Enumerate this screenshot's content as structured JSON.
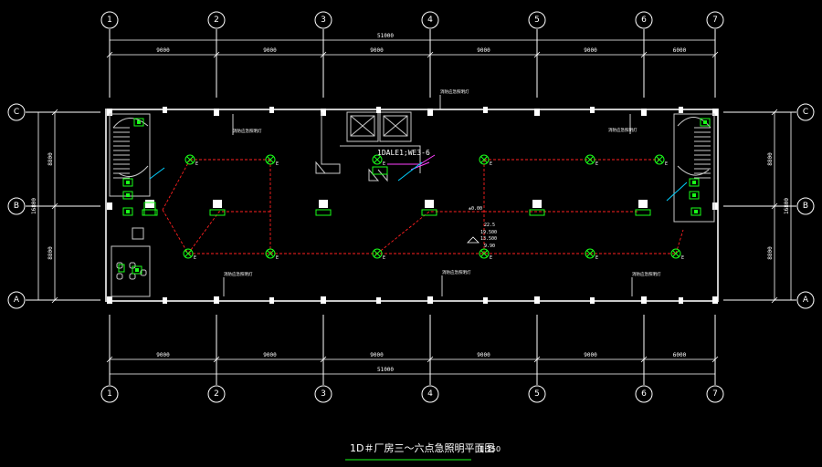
{
  "drawing": {
    "title": "1D＃厂房三～六点急照明平面图",
    "scale": "1:150",
    "panel_label": "1DALE1;WE3-6",
    "colors": {
      "background": "#000000",
      "axis": "#ffffff",
      "wire": "#ff2020",
      "fixture": "#19ff19",
      "accent_cyan": "#00d0ff",
      "accent_magenta": "#ff40ff",
      "title_underline": "#19ff19"
    }
  },
  "grid": {
    "vertical_axes": [
      "1",
      "2",
      "3",
      "4",
      "5",
      "6",
      "7"
    ],
    "horizontal_axes": [
      "C",
      "B",
      "A"
    ]
  },
  "dimensions": {
    "top_total": "51000",
    "bottom_total": "51000",
    "top_spans": [
      "9000",
      "9000",
      "9000",
      "9000",
      "9000",
      "6000"
    ],
    "bottom_spans": [
      "9000",
      "9000",
      "9000",
      "9000",
      "9000",
      "6000"
    ],
    "left_total": "16800",
    "right_total": "16800",
    "left_spans": [
      "8800",
      "8800"
    ],
    "right_spans": [
      "8800",
      "8800"
    ]
  },
  "annotations": {
    "note_top_center": "消防应急照明灯",
    "note_top_left": "消防应急照明灯",
    "note_top_right": "消防应急照明灯",
    "note_bottom_left": "消防应急照明灯",
    "note_bottom_center": "消防应急照明灯",
    "note_bottom_right": "消防应急照明灯",
    "elev_1": "22.5",
    "elev_2": "19.500",
    "elev_3": "13.500",
    "elev_4": "9.90",
    "elev_note": "±0.00",
    "lamp_tag": "E"
  }
}
